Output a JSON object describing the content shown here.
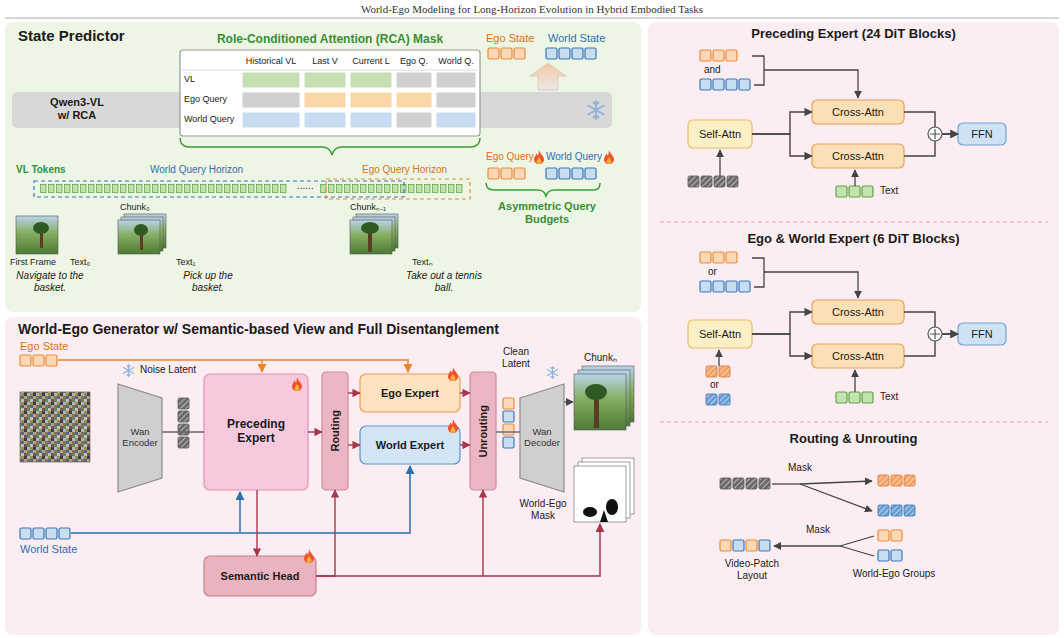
{
  "diagram": {
    "title": "World-Ego Modeling for Long-Horizon Evolution in Hybrid Embodied Tasks",
    "nodes": [
      {
        "text": [
          "State Predictor"
        ]
      },
      {
        "text": [
          "Qwen3-VL w/ RCA"
        ],
        "in": 0
      },
      {
        "text": [
          "Role-Conditioned Attention (RCA) Mask"
        ],
        "in": 0
      },
      {
        "text": [
          "World-Ego Generator w/ Semantic-based View and Full Disentanglement"
        ]
      },
      {
        "text": [
          "Wan Encoder"
        ],
        "in": 3
      },
      {
        "text": [
          "Preceding Expert"
        ],
        "in": 3
      },
      {
        "text": [
          "Routing"
        ],
        "in": 3
      },
      {
        "text": [
          "Ego Expert"
        ],
        "in": 3
      },
      {
        "text": [
          "World Expert"
        ],
        "in": 3
      },
      {
        "text": [
          "Unrouting"
        ],
        "in": 3
      },
      {
        "text": [
          "Wan Decoder"
        ],
        "in": 3
      },
      {
        "text": [
          "Semantic Head"
        ],
        "in": 3
      },
      {
        "text": [
          "Self-Attn"
        ]
      },
      {
        "text": [
          "Cross-Attn"
        ]
      },
      {
        "text": [
          "Cross-Attn"
        ]
      },
      {
        "text": [
          "FFN"
        ]
      },
      {
        "text": [
          "Self-Attn"
        ]
      },
      {
        "text": [
          "Cross-Attn"
        ]
      },
      {
        "text": [
          "Cross-Attn"
        ]
      },
      {
        "text": [
          "FFN"
        ]
      }
    ],
    "edges": [
      {
        "from": 4,
        "to": 5,
        "arrow": "none"
      },
      {
        "from": 5,
        "to": 6,
        "arrow": "to"
      },
      {
        "from": 6,
        "to": 7,
        "arrow": "to"
      },
      {
        "from": 6,
        "to": 8,
        "arrow": "to"
      },
      {
        "from": 7,
        "to": 9,
        "arrow": "to"
      },
      {
        "from": 8,
        "to": 9,
        "arrow": "to"
      },
      {
        "from": 9,
        "to": 10,
        "arrow": "none"
      },
      {
        "from": 5,
        "to": 11,
        "arrow": "to"
      },
      {
        "from": 11,
        "to": 6,
        "arrow": "to"
      },
      {
        "from": 11,
        "to": 9,
        "arrow": "to"
      },
      {
        "from": 12,
        "to": 13,
        "arrow": "to"
      },
      {
        "from": 12,
        "to": 14,
        "arrow": "to"
      },
      {
        "from": 13,
        "to": 15,
        "arrow": "to"
      },
      {
        "from": 14,
        "to": 15,
        "arrow": "to"
      },
      {
        "from": 16,
        "to": 17,
        "arrow": "to"
      },
      {
        "from": 16,
        "to": 18,
        "arrow": "to"
      },
      {
        "from": 17,
        "to": 19,
        "arrow": "to"
      },
      {
        "from": 18,
        "to": 19,
        "arrow": "to"
      }
    ],
    "labels": [
      "Historical VL",
      "Last V",
      "Current L",
      "Ego Q.",
      "World Q.",
      "VL",
      "Ego Query",
      "World Query",
      "Ego State",
      "World State",
      "Ego Query",
      "World Query",
      "Asymmetric Query Budgets",
      "VL Tokens",
      "World Query Horizon",
      "Ego Query Horizon",
      "......",
      "First Frame",
      "Text₀",
      "Chunk₀",
      "Text₁",
      "Chunkₙ₋₁",
      "Textₙ",
      "Navigate to the basket.",
      "Pick up the basket.",
      "Take out a tennis ball.",
      "Ego State",
      "Noise Latent",
      "Clean Latent",
      "Chunkₙ",
      "World-Ego Mask",
      "World State",
      "Preceding Expert (24 DiT Blocks)",
      "and",
      "Text",
      "Ego & World Expert (6 DiT Blocks)",
      "or",
      "or",
      "Text",
      "Routing & Unrouting",
      "Mask",
      "Mask",
      "Video-Patch Layout",
      "World-Ego Groups"
    ]
  }
}
